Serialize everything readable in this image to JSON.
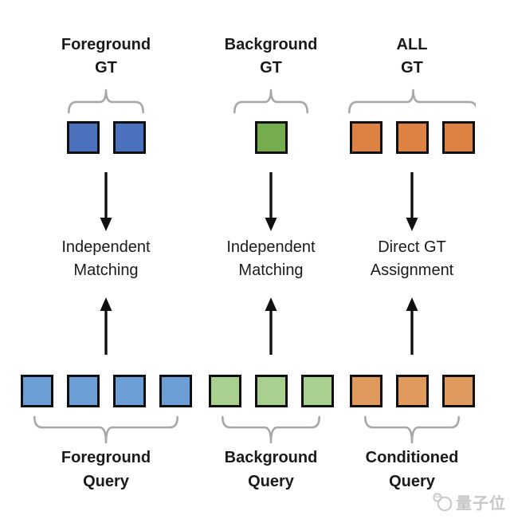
{
  "columns": [
    {
      "gt_title_line1": "Foreground",
      "gt_title_line2": "GT",
      "gt_count": 2,
      "gt_color": "#4C72BE",
      "process_line1": "Independent",
      "process_line2": "Matching",
      "query_count": 4,
      "query_color": "#6D9ED6",
      "query_title_line1": "Foreground",
      "query_title_line2": "Query"
    },
    {
      "gt_title_line1": "Background",
      "gt_title_line2": "GT",
      "gt_count": 1,
      "gt_color": "#74AC4E",
      "process_line1": "Independent",
      "process_line2": "Matching",
      "query_count": 3,
      "query_color": "#A9D08E",
      "query_title_line1": "Background",
      "query_title_line2": "Query"
    },
    {
      "gt_title_line1": "ALL",
      "gt_title_line2": "GT",
      "gt_count": 3,
      "gt_color": "#DD8243",
      "process_line1": "Direct GT",
      "process_line2": "Assignment",
      "query_count": 3,
      "query_color": "#E19A5D",
      "query_title_line1": "Conditioned",
      "query_title_line2": "Query"
    }
  ],
  "colors": {
    "square_border": "#0f0f0f",
    "arrow": "#111111",
    "brace": "#A8A8A8",
    "text": "#1a1a1a",
    "watermark": "#C8C8C8"
  },
  "watermark": {
    "text": "量子位"
  }
}
